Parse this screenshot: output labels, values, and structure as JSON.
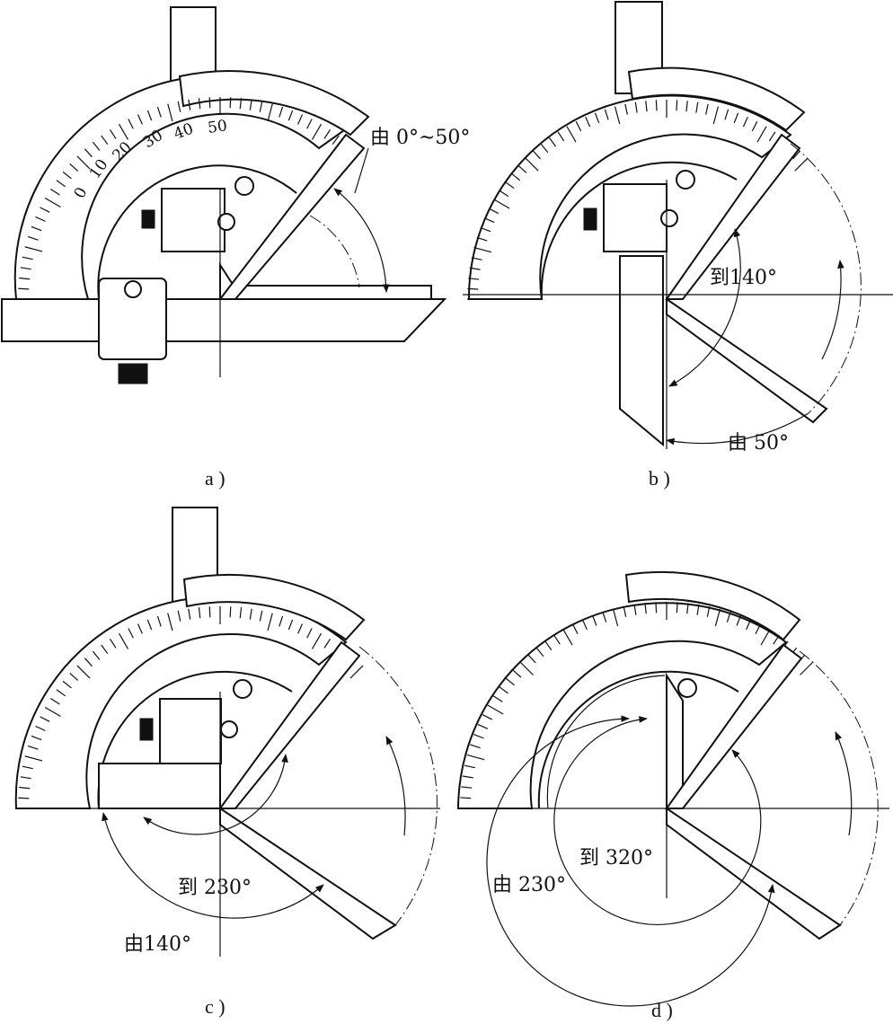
{
  "panels": [
    {
      "caption": "a )",
      "scale_numbers": [
        "0",
        "10",
        "20",
        "30",
        "40",
        "50"
      ],
      "range_label": "由 0°~50°"
    },
    {
      "caption": "b )",
      "to_label": "到140°",
      "from_label": "由 50°"
    },
    {
      "caption": "c )",
      "to_label": "到 230°",
      "from_label": "由140°"
    },
    {
      "caption": "d )",
      "to_label": "到 320°",
      "from_label": "由 230°"
    }
  ],
  "colors": {
    "ink": "#111111",
    "background": "#ffffff"
  }
}
